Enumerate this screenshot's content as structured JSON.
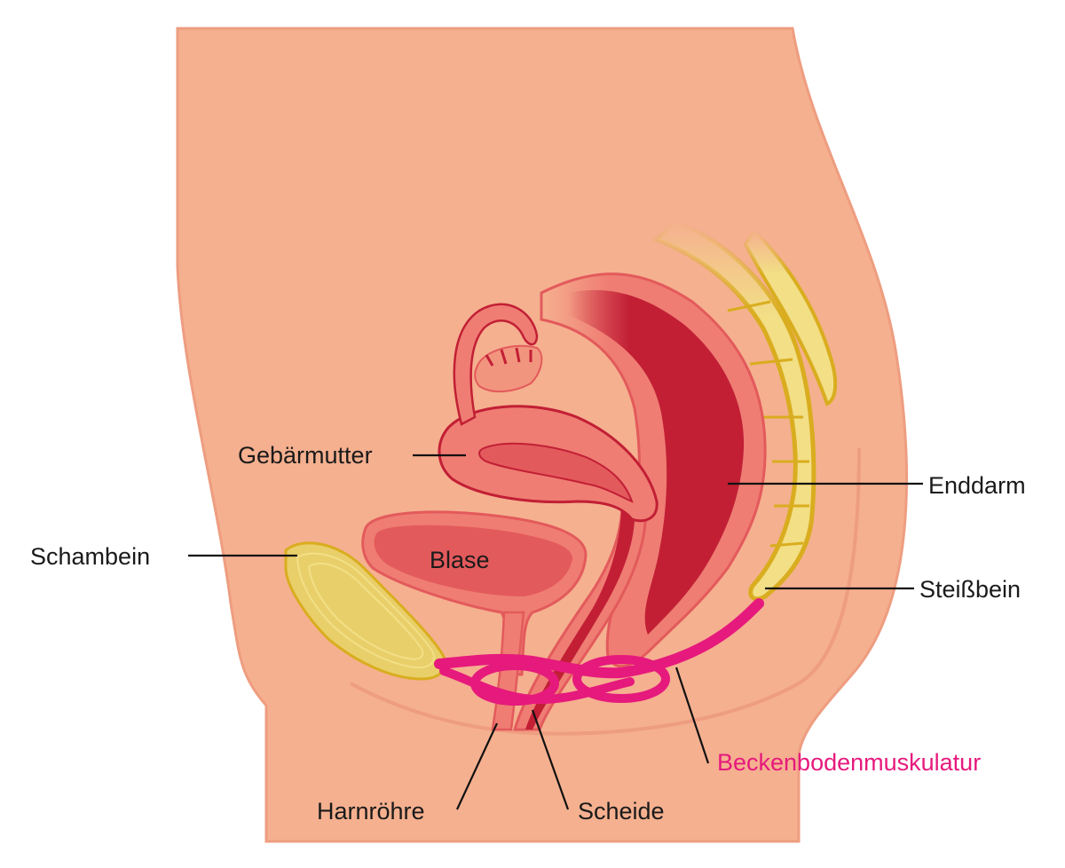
{
  "labels": {
    "uterus": "Gebärmutter",
    "bladder": "Blase",
    "pubic_bone": "Schambein",
    "rectum": "Enddarm",
    "coccyx": "Steißbein",
    "pelvic_floor": "Beckenbodenmuskulatur",
    "urethra": "Harnröhre",
    "vagina": "Scheide"
  },
  "colors": {
    "skin": "#f5b08f",
    "skin_edge": "#ee9d80",
    "organ_outer": "#ef7d73",
    "organ_mid": "#e35a5c",
    "organ_dark": "#c21f35",
    "bone_fill": "#f2df86",
    "bone_edge": "#d9ad1f",
    "pelvic_muscle": "#e6197d",
    "label_text": "#1a1a1a",
    "pelvic_label": "#e6197d"
  }
}
